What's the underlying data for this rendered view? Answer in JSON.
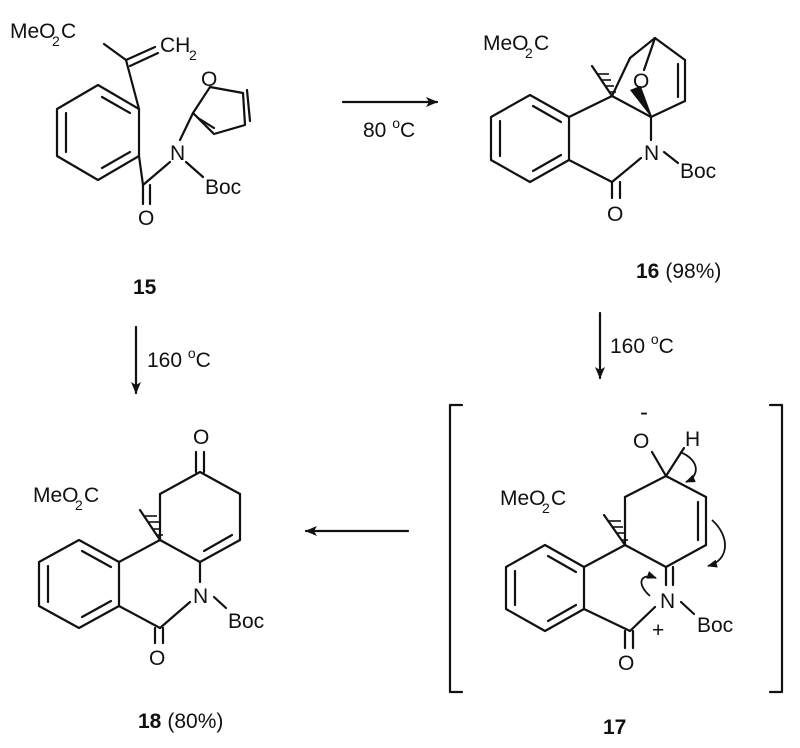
{
  "compounds": {
    "c15": {
      "number": "15",
      "yield": ""
    },
    "c16": {
      "number": "16",
      "yield": "(98%)"
    },
    "c17": {
      "number": "17",
      "yield": ""
    },
    "c18": {
      "number": "18",
      "yield": "(80%)"
    }
  },
  "atoms": {
    "MeO": "MeO",
    "sub2": "2",
    "C": "C",
    "CH": "CH",
    "O": "O",
    "N": "N",
    "Boc": "Boc",
    "H": "H",
    "minus": "-",
    "plus": "+"
  },
  "conditions": {
    "step_15_to_16": {
      "value": "80 ",
      "deg": "o",
      "unit": "C"
    },
    "step_16_to_17": {
      "value": "160 ",
      "deg": "o",
      "unit": "C"
    },
    "step_15_to_18": {
      "value": "160 ",
      "deg": "o",
      "unit": "C"
    }
  }
}
